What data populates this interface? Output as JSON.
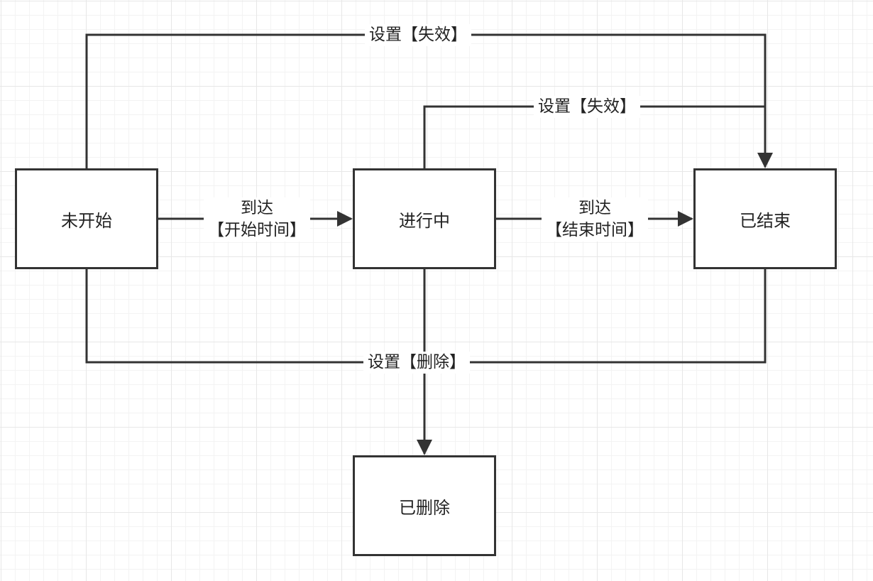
{
  "states": {
    "not_started": "未开始",
    "in_progress": "进行中",
    "ended": "已结束",
    "deleted": "已删除"
  },
  "transitions": {
    "start_time_line1": "到达",
    "start_time_line2": "【开始时间】",
    "end_time_line1": "到达",
    "end_time_line2": "【结束时间】",
    "invalidate_top": "设置【失效】",
    "invalidate_inner": "设置【失效】",
    "delete": "设置【删除】"
  },
  "colors": {
    "line": "#333333",
    "grid": "#e7e7e7"
  }
}
